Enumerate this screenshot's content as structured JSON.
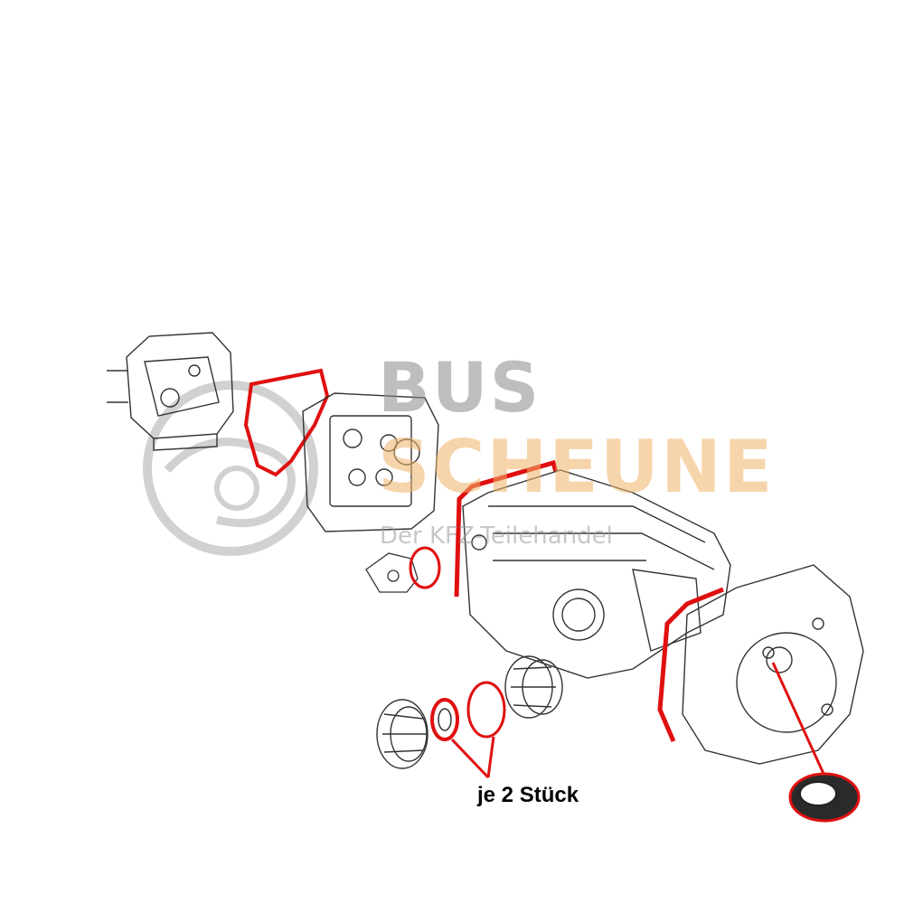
{
  "watermark": {
    "line1": "BUS",
    "line2": "SCHEUNE",
    "line3": "Der KFZ-Teilehandel"
  },
  "labels": {
    "quantity": "je 2 Stück"
  },
  "colors": {
    "gasket_highlight": "#e01010",
    "line_art": "#333333",
    "watermark_grey": "#8a8a8a",
    "watermark_orange": "#f0b46a"
  }
}
